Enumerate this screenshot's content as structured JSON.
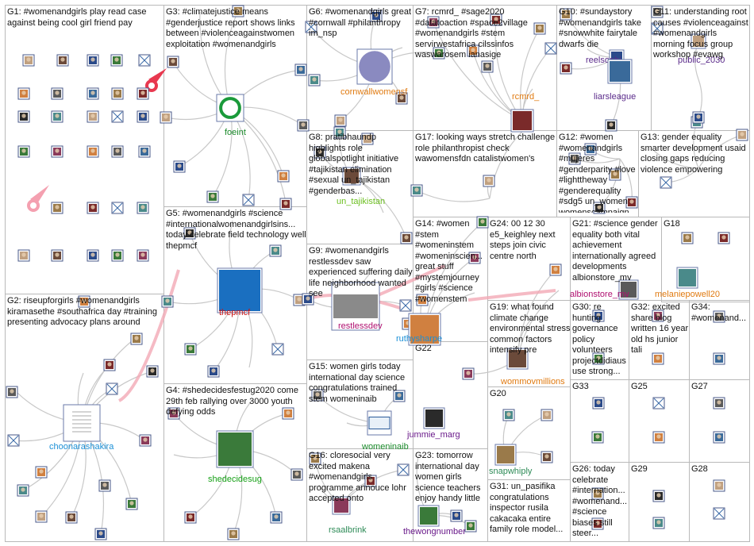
{
  "groups": [
    {
      "id": "G1",
      "text": "G1: #womenandgirls play read case against being cool girl friend pay"
    },
    {
      "id": "G2",
      "text": "G2: riseupforgirls #womenandgirls kiramasethe #southafrica day #training presenting advocacy plans around"
    },
    {
      "id": "G3",
      "text": "G3: #climatejustice means #genderjustice report shows links between #violenceagainstwomen exploitation #womenandgirls"
    },
    {
      "id": "G4",
      "text": "G4: #shedecidesfestug2020 come 29th feb rallying over 3000 youth defying odds"
    },
    {
      "id": "G5",
      "text": "G5: #womenandgirls #science #internationalwomenandgirlsins... today celebrate field technology well thepmcf"
    },
    {
      "id": "G6",
      "text": "G6: #womenandgirls great #cornwall #philanthropy im_nsp"
    },
    {
      "id": "G7",
      "text": "G7: rcmrd_ #sage2020 #datatoaction #space2village #womenandgirls #stem servirwestafrica cilssinfos waswarosem ianasige"
    },
    {
      "id": "G8",
      "text": "G8: pratibhaundp highlights role globalspotlight initiative #tajikistan elimination #sexual un_tajikistan #genderbas..."
    },
    {
      "id": "G9",
      "text": "G9: #womenandgirls restlessdev saw experienced suffering daily life neighborhood wanted see"
    },
    {
      "id": "G10",
      "text": "G10: #sundaystory #womenandgirls take #snowwhite fairytale dwarfs die"
    },
    {
      "id": "G11",
      "text": "G11: understanding root causes #violenceagainst #womenandgirls morning focus group workshop #evawg"
    },
    {
      "id": "G12",
      "text": "G12: #women #womenandgirls #mujeres #genderparity #love #lighttheway #genderequality #sdg5 un_women womenscampaign"
    },
    {
      "id": "G13",
      "text": "G13: gender equality smarter development usaid closing gaps reducing violence empowering"
    },
    {
      "id": "G14",
      "text": "G14: #women #stem #womeninstem #womeninscien... great stuff #mystemjourney #girls #science #womenstem"
    },
    {
      "id": "G15",
      "text": "G15: women girls today international day science congratulations trained stem womeninaib"
    },
    {
      "id": "G16",
      "text": "G16: cloresocial very excited makena #womenandgirls programme annouce lohr accepted onto"
    },
    {
      "id": "G17",
      "text": "G17: looking ways stretch challenge role philanthropist check wawomensfdn catalistwomen's"
    },
    {
      "id": "G18",
      "text": "G18"
    },
    {
      "id": "G19",
      "text": "G19: what found climate change environmental stress common factors intensify pre"
    },
    {
      "id": "G20",
      "text": "G20"
    },
    {
      "id": "G21",
      "text": "G21: #science gender equality both vital achievement internationally agreed developments albionstore_mv"
    },
    {
      "id": "G22",
      "text": "G22"
    },
    {
      "id": "G23",
      "text": "G23: tomorrow international day women girls science teachers enjoy handy little"
    },
    {
      "id": "G24",
      "text": "G24: 00 12 30 e5_keighley next steps join civic centre north"
    },
    {
      "id": "G25",
      "text": "G25"
    },
    {
      "id": "G26",
      "text": "G26: today celebrate #internation... #womenand... #science biases still steer..."
    },
    {
      "id": "G27",
      "text": "G27"
    },
    {
      "id": "G28",
      "text": "G28"
    },
    {
      "id": "G29",
      "text": "G29"
    },
    {
      "id": "G30",
      "text": "G30: re hunting governance policy volunteers projectdidiaus use strong..."
    },
    {
      "id": "G31",
      "text": "G31: un_pasifika congratulations inspector rusila cakacaka entire family role model..."
    },
    {
      "id": "G32",
      "text": "G32: excited share blog written 16 year old hs junior tali"
    },
    {
      "id": "G33",
      "text": "G33"
    },
    {
      "id": "G34",
      "text": "G34: #womenand..."
    }
  ],
  "hubs": [
    {
      "name": "choonarashakira",
      "color": "#1a8fd6"
    },
    {
      "name": "foeint",
      "color": "#1a8a2a"
    },
    {
      "name": "thepmcf",
      "color": "#cc1111"
    },
    {
      "name": "shedecidesug",
      "color": "#16a016"
    },
    {
      "name": "cornwallwomensf",
      "color": "#e07a10"
    },
    {
      "name": "un_tajikistan",
      "color": "#6cbf20"
    },
    {
      "name": "restlessdev",
      "color": "#b01070"
    },
    {
      "name": "womeninaib",
      "color": "#1a8a2a"
    },
    {
      "name": "rsaalbrink",
      "color": "#2e8b57"
    },
    {
      "name": "rcmrd_",
      "color": "#e07a10"
    },
    {
      "name": "reelsophi",
      "color": "#5a2a8a"
    },
    {
      "name": "liarsleague",
      "color": "#5a2a8a"
    },
    {
      "name": "public_2030",
      "color": "#5a2a8a"
    },
    {
      "name": "ruthysharpe",
      "color": "#1a8fd6"
    },
    {
      "name": "jummie_marg",
      "color": "#6a1a8a"
    },
    {
      "name": "thewongnumber",
      "color": "#6a1a8a"
    },
    {
      "name": "snapwhiply",
      "color": "#2e8b57"
    },
    {
      "name": "wommovmillions",
      "color": "#e07a10"
    },
    {
      "name": "albionstore_mv",
      "color": "#b01070"
    },
    {
      "name": "melaniepowell20",
      "color": "#e07a10"
    }
  ],
  "colors": {
    "border": "#b9b9b9",
    "edge": "#c8c8c8",
    "group_text": "#111111"
  }
}
